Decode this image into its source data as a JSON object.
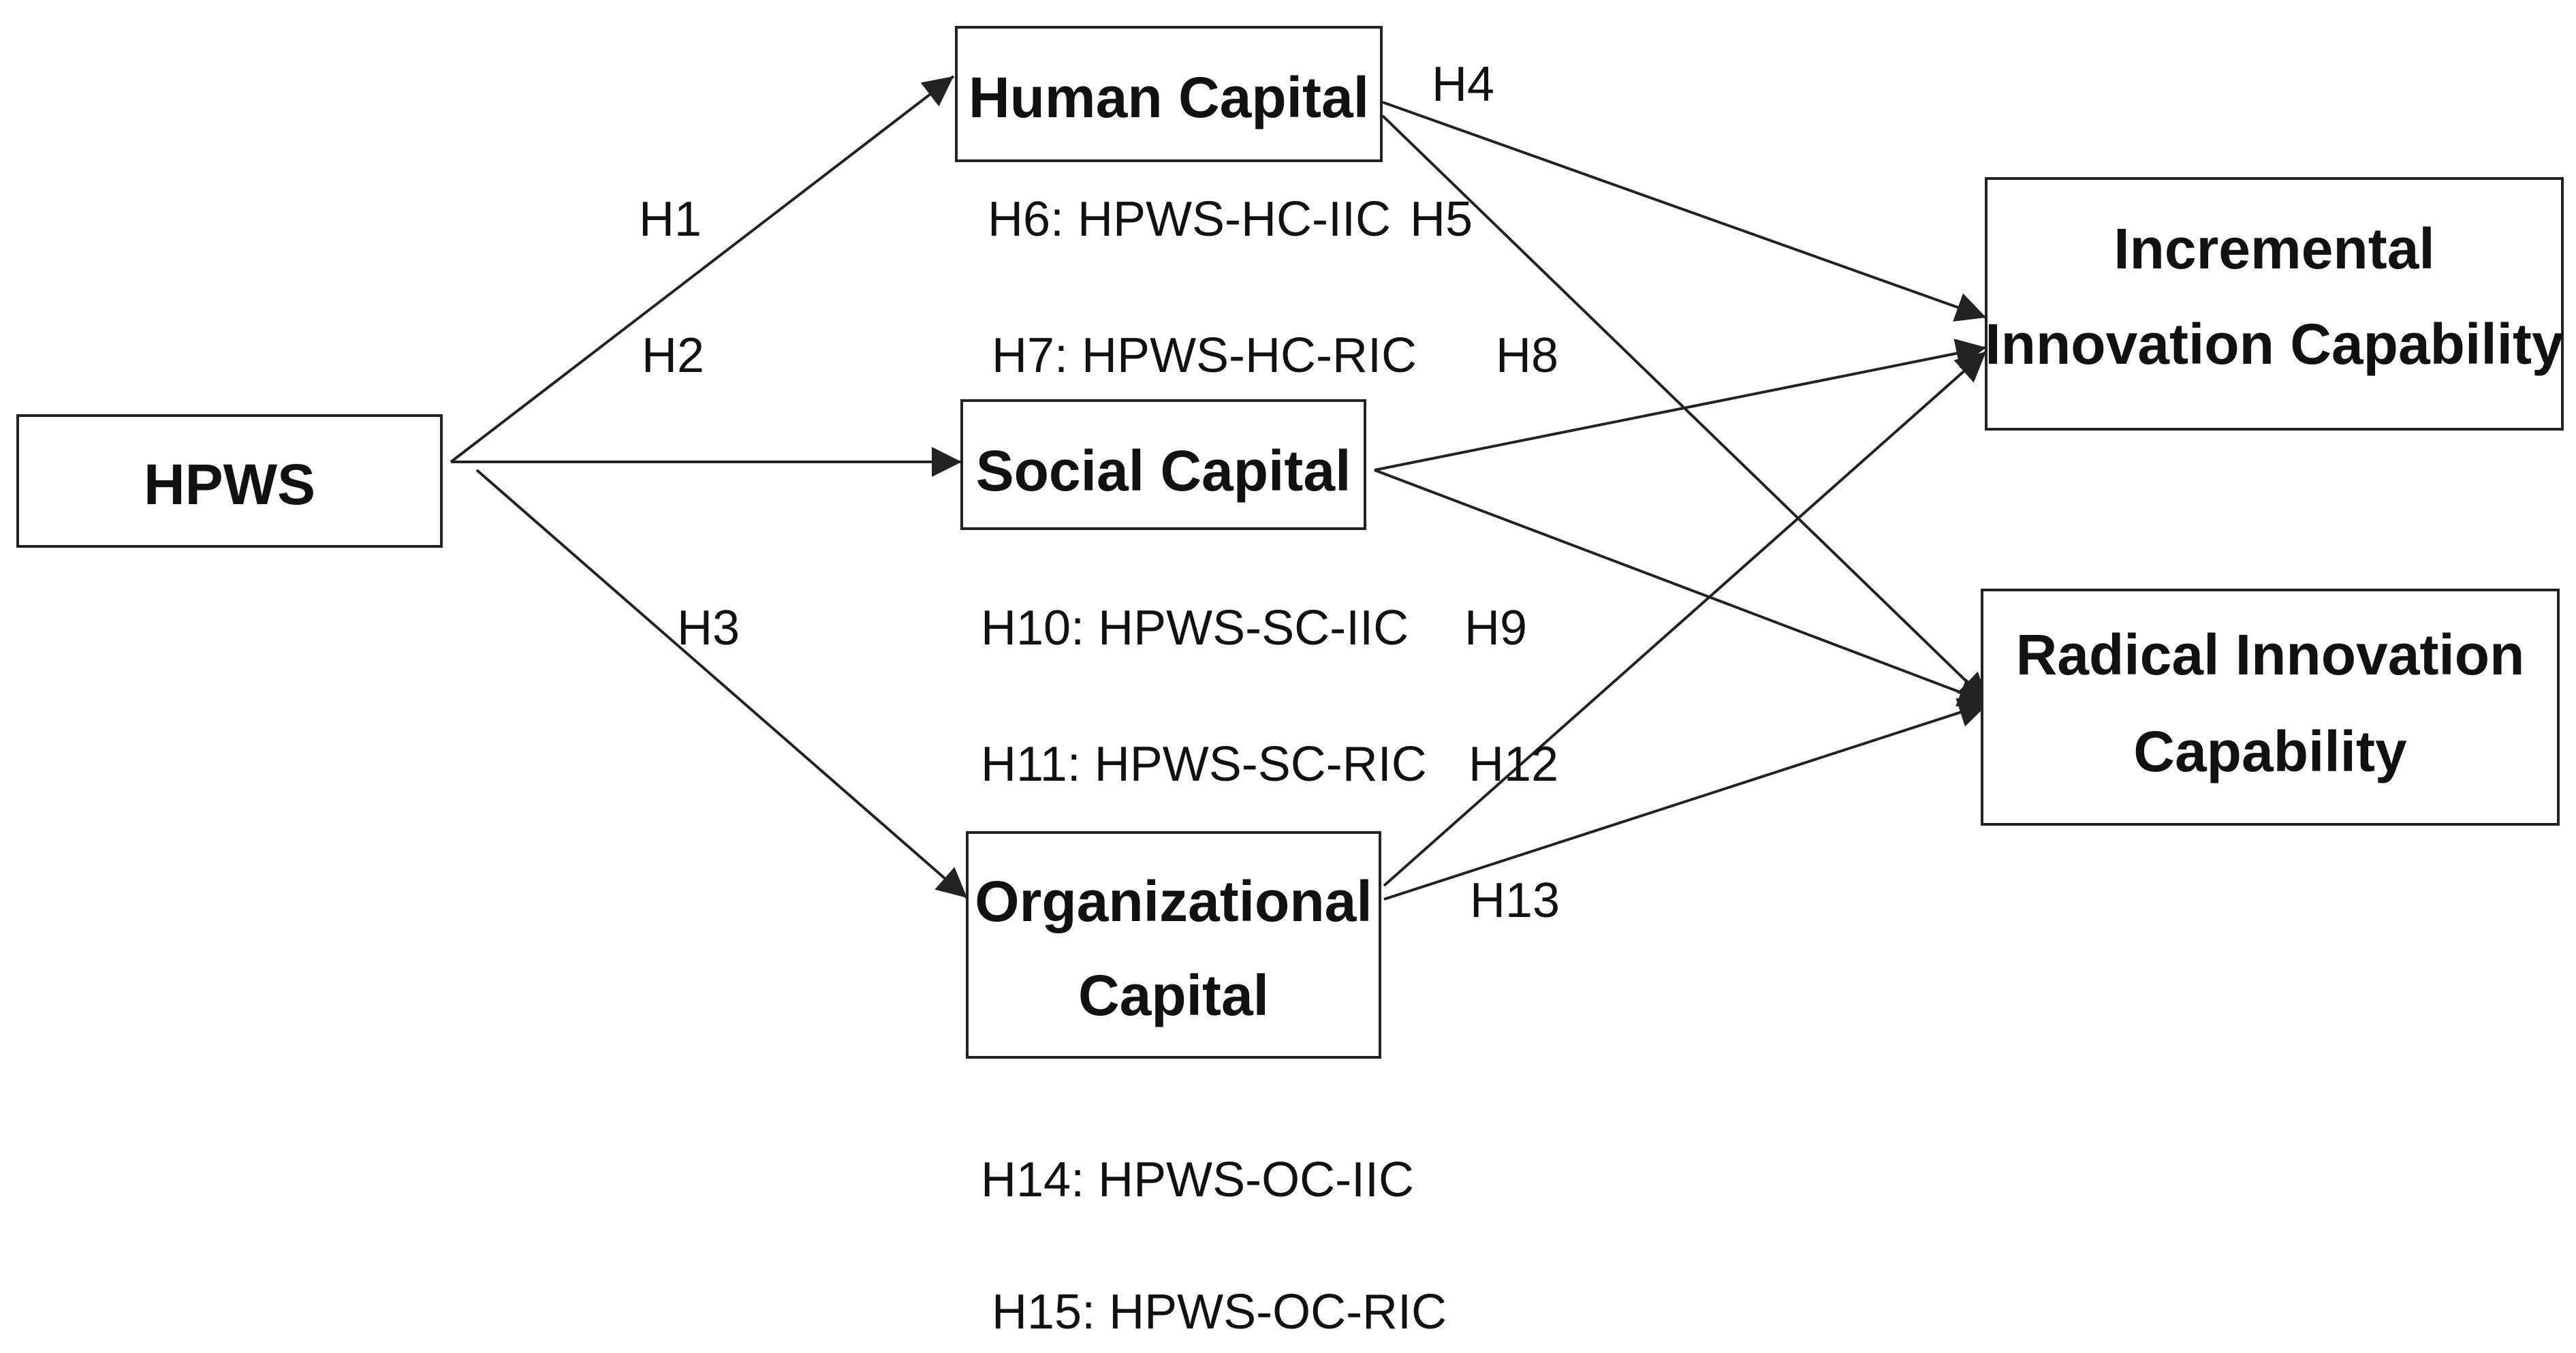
{
  "nodes": {
    "hpws": [
      "HPWS"
    ],
    "human_capital": [
      "Human Capital"
    ],
    "social_capital": [
      "Social Capital"
    ],
    "organizational_capital": [
      "Organizational",
      "Capital"
    ],
    "incremental": [
      "Incremental",
      "Innovation Capability"
    ],
    "radical": [
      "Radical Innovation",
      "Capability"
    ]
  },
  "hypotheses": {
    "h1": "H1",
    "h2": "H2",
    "h3": "H3",
    "h4": "H4",
    "h5": "H5",
    "h8": "H8",
    "h9": "H9",
    "h12": "H12",
    "h13": "H13"
  },
  "mediation": {
    "h6": "H6: HPWS-HC-IIC",
    "h7": "H7: HPWS-HC-RIC",
    "h10": "H10: HPWS-SC-IIC",
    "h11": "H11: HPWS-SC-RIC",
    "h14": "H14: HPWS-OC-IIC",
    "h15": "H15: HPWS-OC-RIC"
  },
  "colors": {
    "stroke": "#222222",
    "text": "#111111",
    "background": "#ffffff"
  }
}
